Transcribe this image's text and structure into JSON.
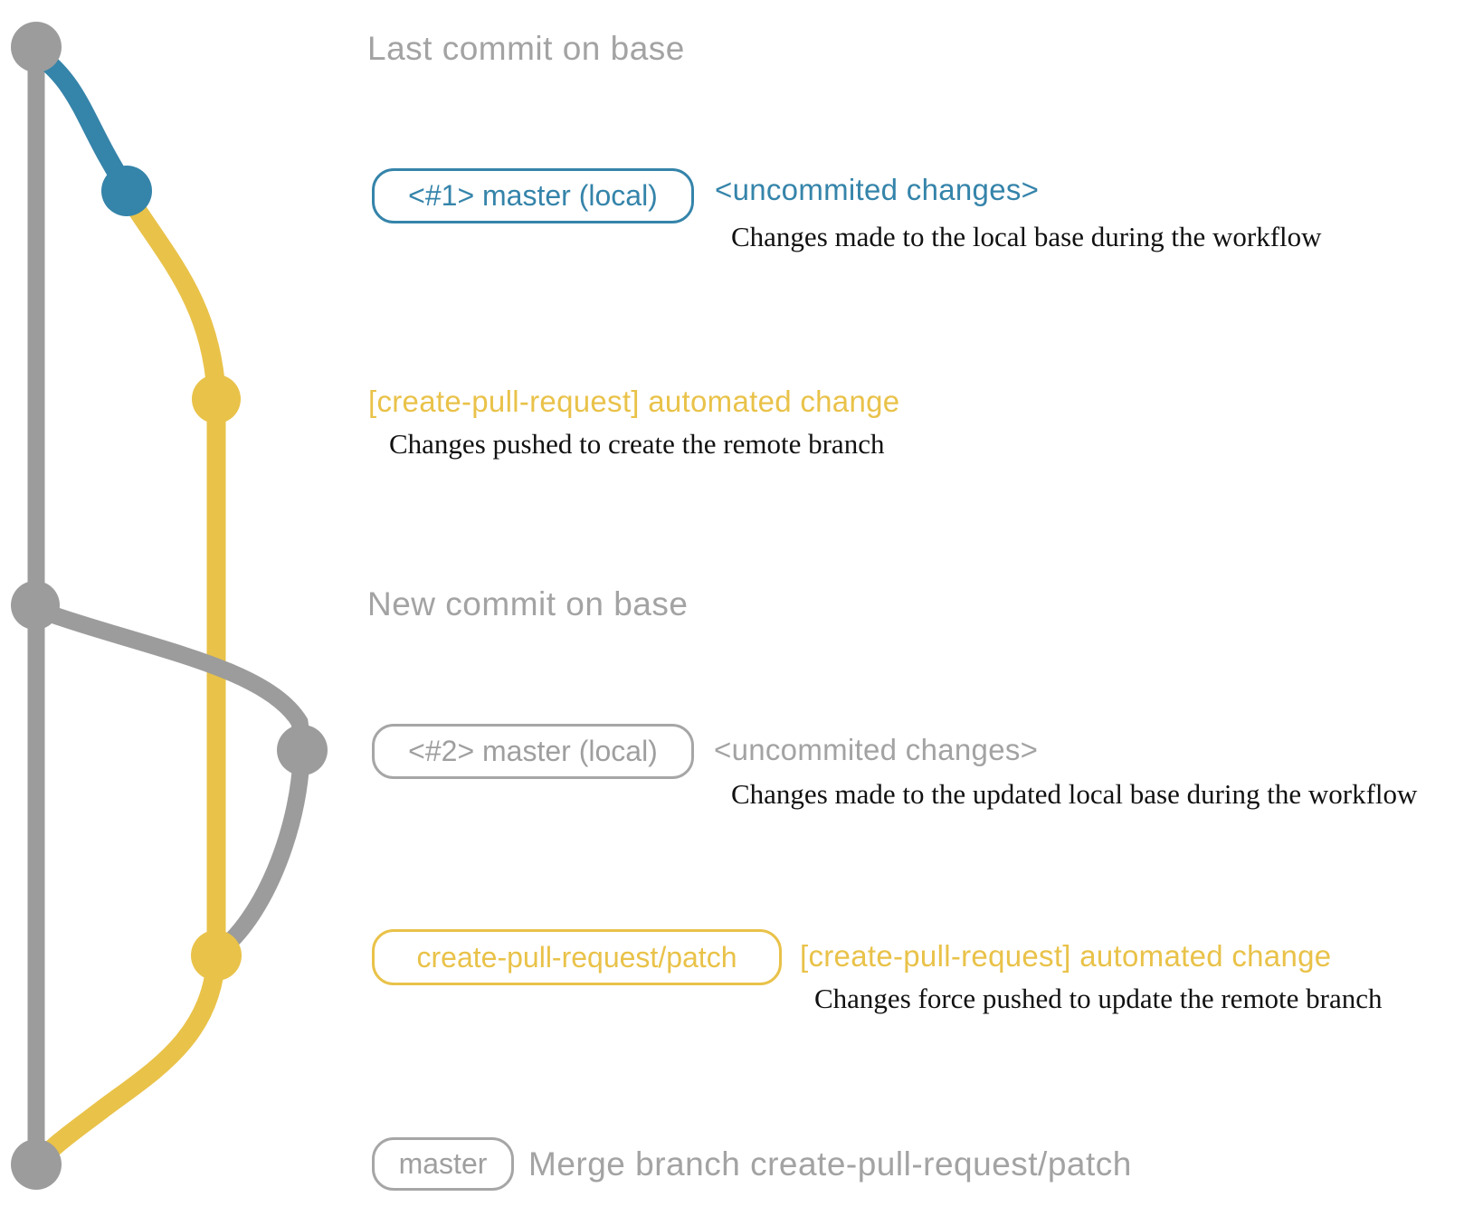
{
  "colors": {
    "base_branch_gray": "#9c9c9c",
    "local_branch_blue": "#3584aa",
    "patch_branch_yellow": "#e9c249",
    "label_gray": "#a3a3a3",
    "detail_text": "#111111"
  },
  "rows": {
    "last_commit": {
      "label": "Last commit on base"
    },
    "master_local_1": {
      "badge": "<#1> master (local)",
      "note": "<uncommited changes>",
      "detail": "Changes made to the local base during the workflow"
    },
    "patch_commit_1": {
      "note": "[create-pull-request] automated change",
      "detail": "Changes pushed to create the remote branch"
    },
    "new_commit": {
      "label": "New commit on base"
    },
    "master_local_2": {
      "badge": "<#2> master (local)",
      "note": "<uncommited changes>",
      "detail": "Changes made to the updated local base during the workflow"
    },
    "patch_commit_2": {
      "badge": "create-pull-request/patch",
      "note": "[create-pull-request] automated change",
      "detail": "Changes force pushed to update the remote branch"
    },
    "merge_commit": {
      "badge": "master",
      "label": "Merge branch create-pull-request/patch"
    }
  }
}
